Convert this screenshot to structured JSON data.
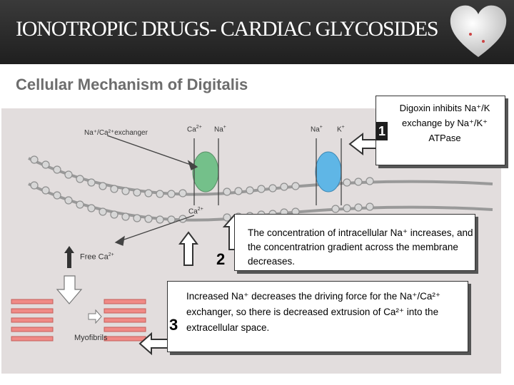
{
  "header": {
    "title": "IONOTROPIC DRUGS- CARDIAC GLYCOSIDES"
  },
  "subtitle": "Cellular Mechanism of Digitalis",
  "diagram": {
    "exchanger_label": "Na⁺/Ca²⁺exchanger",
    "ca_top": "Ca",
    "na_top1": "Na",
    "na_top2": "Na",
    "k_top": "K",
    "ca_bottom": "Ca",
    "free_ca": "Free Ca",
    "myofibrils": "Myofibrils"
  },
  "callouts": [
    {
      "number": "1",
      "text": "Digoxin inhibits Na⁺/K exchange by Na⁺/K⁺ ATPase"
    },
    {
      "number": "2",
      "text": "The concentration of intracellular Na⁺ increases, and the concentratrion gradient across the membrane decreases."
    },
    {
      "number": "3",
      "text": "Increased Na⁺ decreases the driving force for the Na⁺/Ca²⁺ exchanger, so there is decreased extrusion of Ca²⁺ into the extracellular space."
    }
  ],
  "colors": {
    "exchanger": "#74c08a",
    "pump": "#5fb6e6",
    "myofibril": "#f08a86"
  }
}
